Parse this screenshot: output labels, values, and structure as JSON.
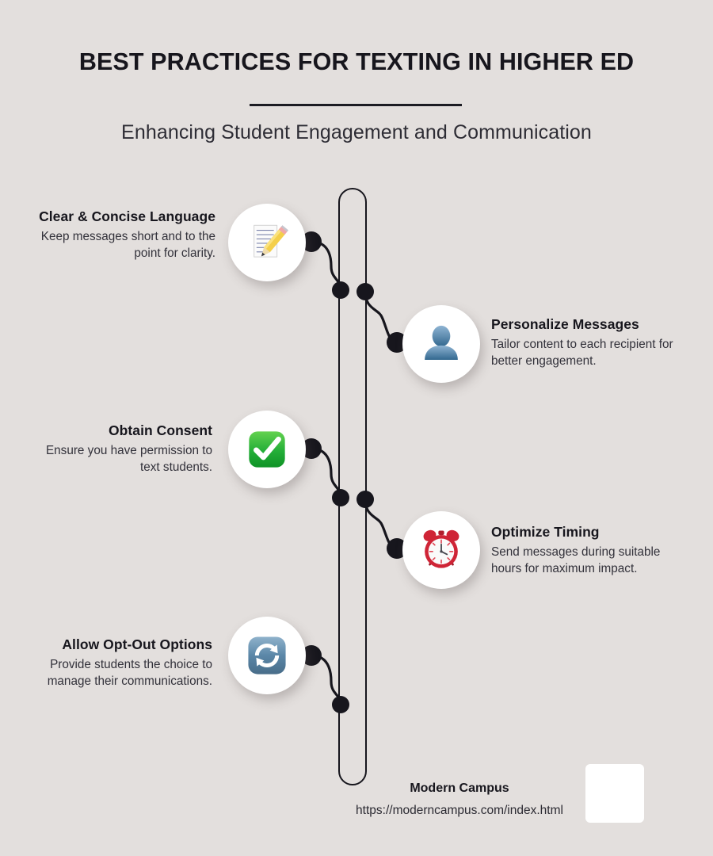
{
  "header": {
    "title": "Best Practices for Texting in Higher Ed",
    "subtitle": "Enhancing Student Engagement and Communication"
  },
  "colors": {
    "background": "#e3dfdd",
    "ink": "#17161d",
    "body_text": "#32313a",
    "node_fill": "#ffffff",
    "accent_green": "#22b14c",
    "accent_red": "#d32f3d",
    "accent_blue": "#5a86aa"
  },
  "items": [
    {
      "title": "Clear & Concise Language",
      "desc": "Keep messages short and to the point for clarity.",
      "icon": "memo-pencil-icon",
      "side": "left"
    },
    {
      "title": "Personalize Messages",
      "desc": "Tailor content to each recipient for better engagement.",
      "icon": "person-bust-icon",
      "side": "right"
    },
    {
      "title": "Obtain Consent",
      "desc": "Ensure you have permission to text students.",
      "icon": "green-check-icon",
      "side": "left"
    },
    {
      "title": "Optimize Timing",
      "desc": "Send messages during suitable hours for maximum impact.",
      "icon": "alarm-clock-icon",
      "side": "right"
    },
    {
      "title": "Allow Opt-Out Options",
      "desc": "Provide students the choice to manage their communications.",
      "icon": "sync-arrows-icon",
      "side": "left"
    }
  ],
  "footer": {
    "brand": "Modern Campus",
    "url": "https://moderncampus.com/index.html"
  }
}
